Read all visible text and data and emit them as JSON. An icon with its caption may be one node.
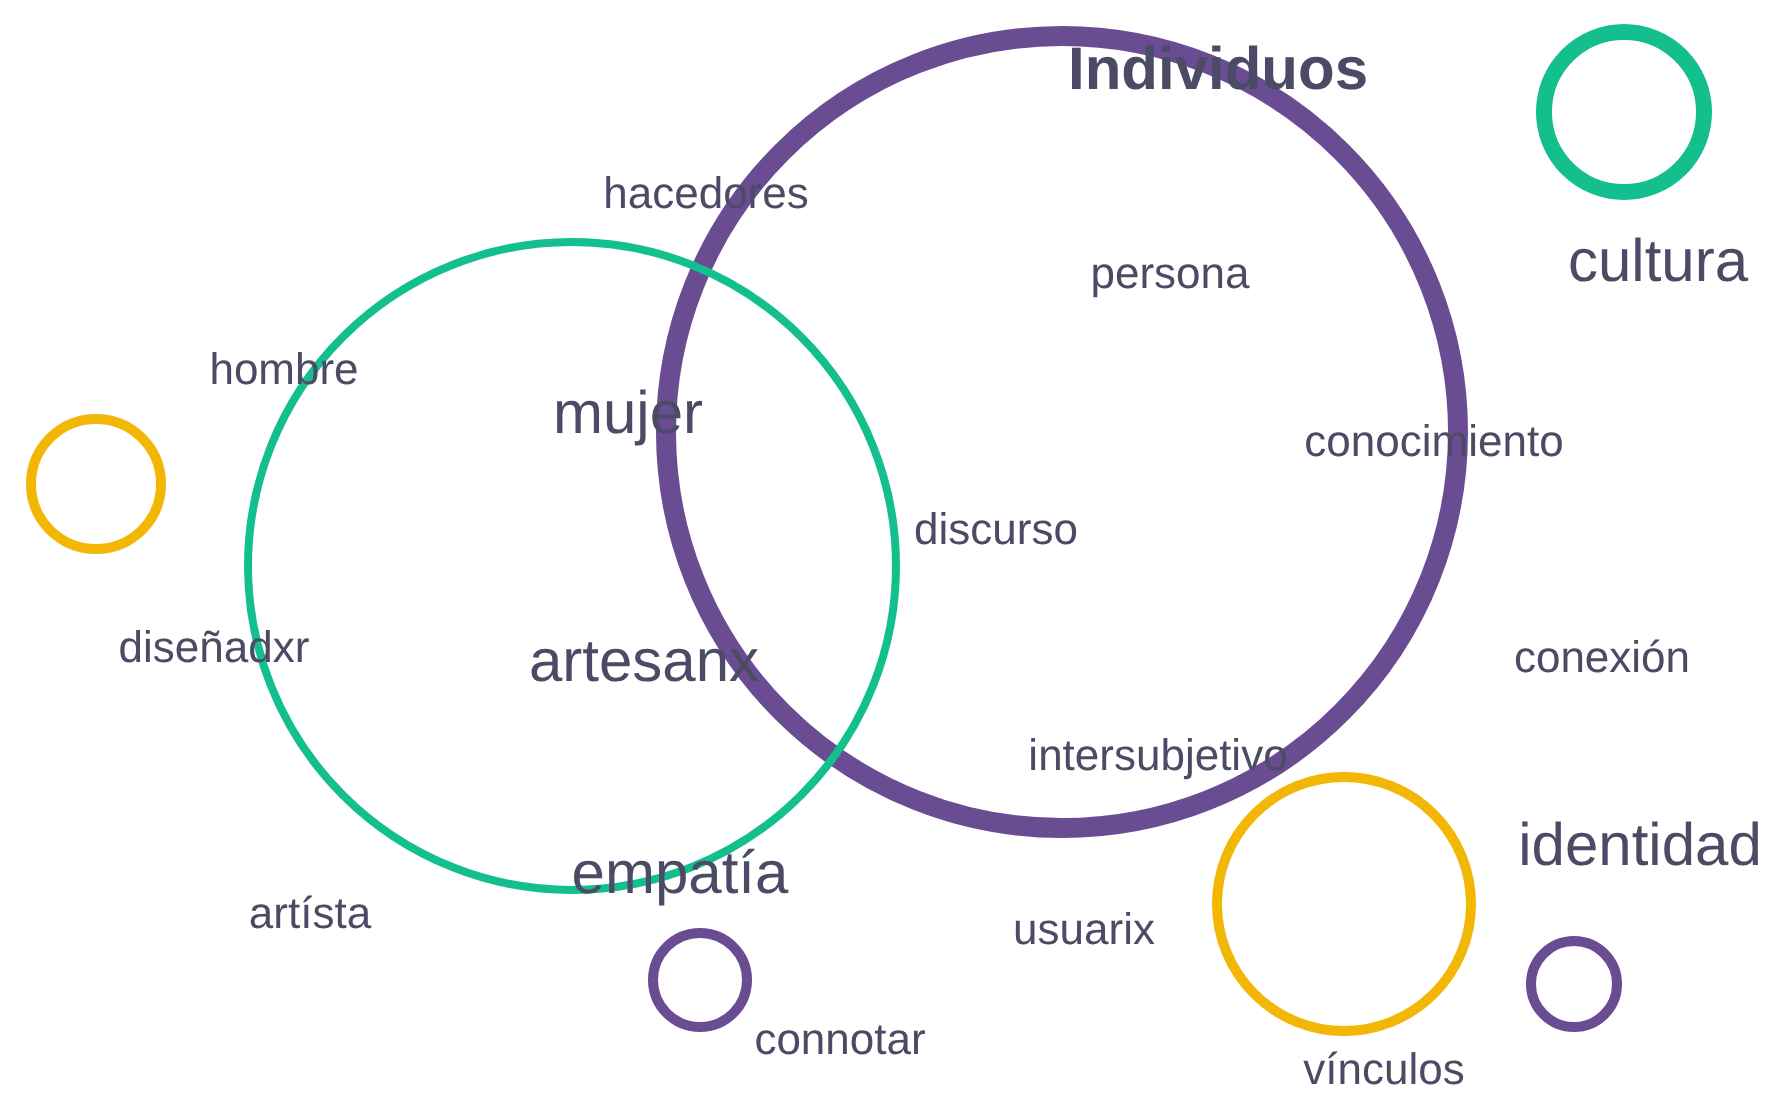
{
  "diagram": {
    "nodes": [
      {
        "text": [
          "Individuos"
        ]
      },
      {
        "text": [],
        "shape": "circle"
      },
      {
        "text": [],
        "shape": "circle"
      },
      {
        "text": [],
        "shape": "circle"
      },
      {
        "text": [],
        "shape": "circle"
      },
      {
        "text": [],
        "shape": "circle"
      },
      {
        "text": [],
        "shape": "circle"
      }
    ],
    "labels": [
      "hacedores",
      "persona",
      "cultura",
      "hombre",
      "mujer",
      "conocimiento",
      "discurso",
      "diseñadxr",
      "artesanx",
      "conexión",
      "intersubjetivo",
      "identidad",
      "empatía",
      "artísta",
      "usuarix",
      "connotar",
      "vínculos"
    ]
  }
}
